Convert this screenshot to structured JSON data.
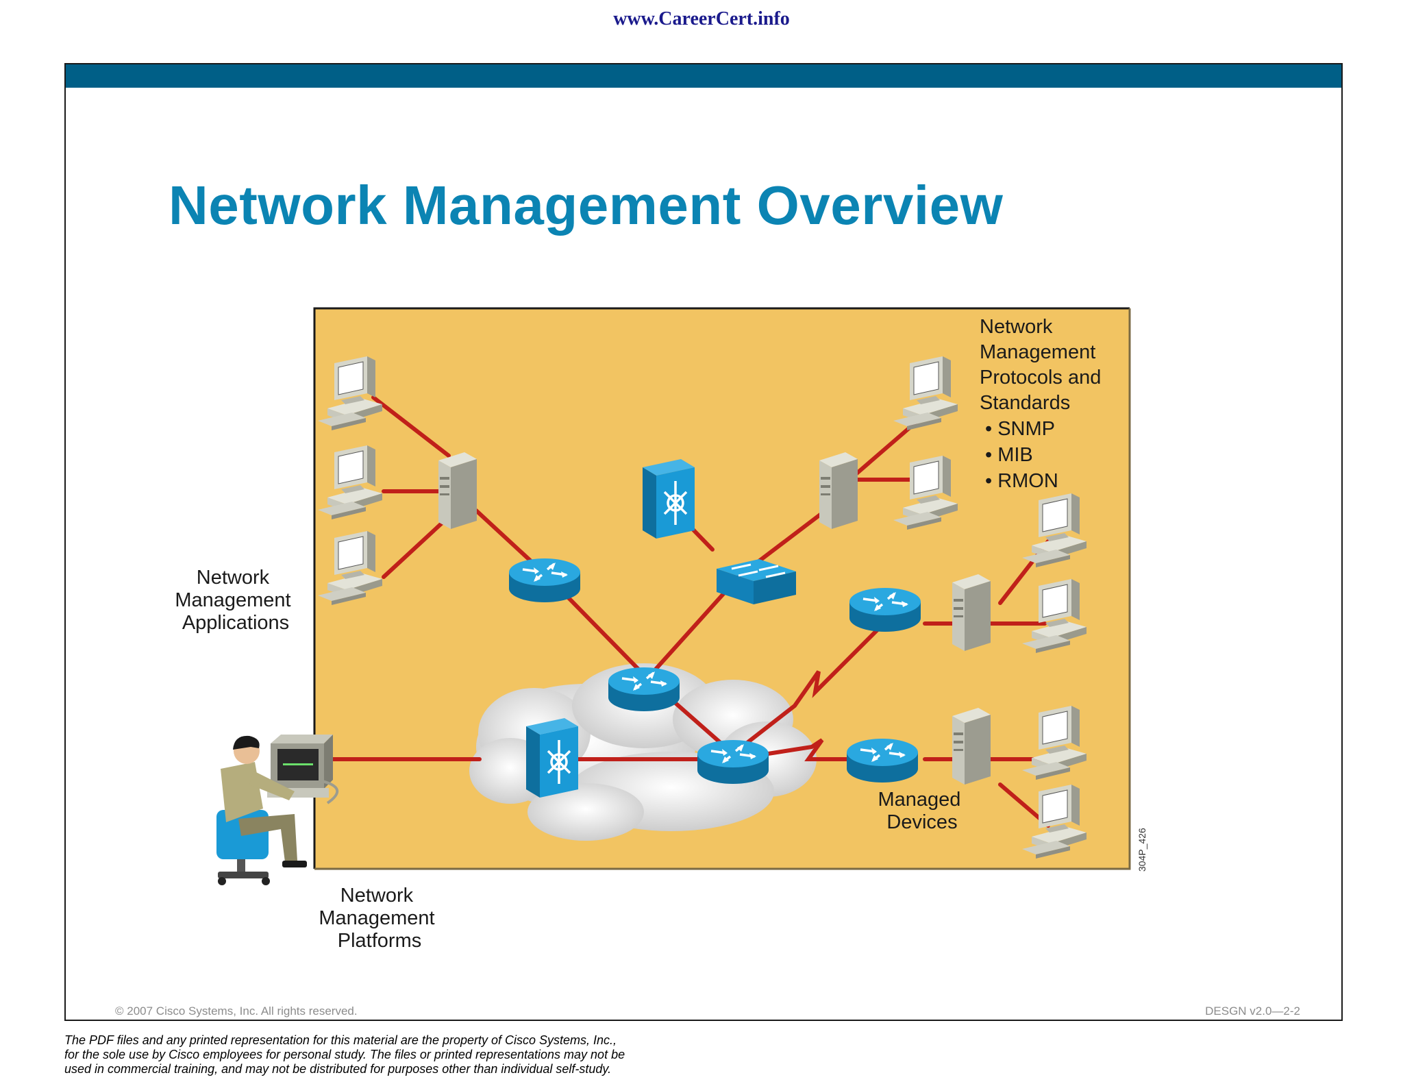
{
  "header": {
    "url": "www.CareerCert.info"
  },
  "slide": {
    "title": "Network Management Overview",
    "copyright": "© 2007 Cisco Systems, Inc. All rights reserved.",
    "course_code": "DESGN v2.0—2-2"
  },
  "diagram": {
    "labels": {
      "applications": [
        "Network",
        "Management",
        "Applications"
      ],
      "platforms": [
        "Network",
        "Management",
        "Platforms"
      ],
      "protocols": [
        "Network",
        "Management",
        "Protocols and",
        "Standards"
      ],
      "protocol_items": [
        "• SNMP",
        "• MIB",
        "• RMON"
      ],
      "managed_devices": [
        "Managed",
        "Devices"
      ],
      "figure_code": "304P_426"
    },
    "colors": {
      "panel": "#f2c462",
      "link": "#c0201a",
      "device": "#1a9ad6"
    }
  },
  "footer": {
    "disclaimer": [
      "The PDF files and any printed representation for this material are the property of Cisco Systems, Inc.,",
      "for the sole use by Cisco employees for personal study. The files or printed representations may not be",
      "used in commercial training, and may not be distributed for purposes other than individual self-study."
    ]
  }
}
